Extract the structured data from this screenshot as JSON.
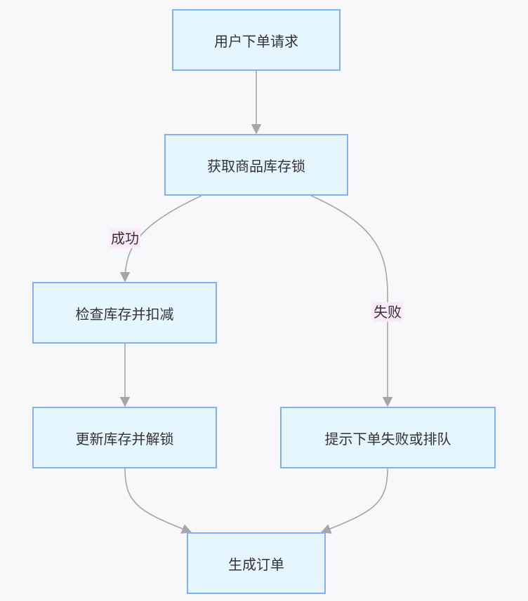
{
  "colors": {
    "background": "#f8f8fa",
    "node_fill": "#e6f6ff",
    "node_border": "#7fb2f0",
    "edge": "#a6a6a6",
    "label_background": "#f9eaf9",
    "text": "#333333"
  },
  "nodes": {
    "request": "用户下单请求",
    "acquire_lock": "获取商品库存锁",
    "check_stock": "检查库存并扣减",
    "update_unlock": "更新库存并解锁",
    "notify_fail": "提示下单失败或排队",
    "create_order": "生成订单"
  },
  "edge_labels": {
    "success": "成功",
    "failure": "失败"
  }
}
